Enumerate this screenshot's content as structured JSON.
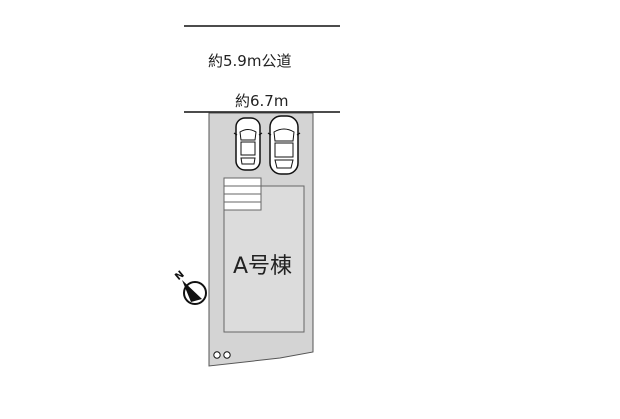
{
  "road": {
    "label": "約5.9m公道"
  },
  "lot": {
    "frontage_label": "約6.7m",
    "building_label": "A号棟"
  },
  "icons": {
    "compass": "north-arrow-icon",
    "car": "car-icon",
    "steps": "steps-icon",
    "utility": "utility-marks-icon"
  },
  "colors": {
    "lot_fill": "#d4d4d4",
    "building_fill": "#dcdcdc",
    "line": "#111111",
    "background": "#ffffff"
  }
}
